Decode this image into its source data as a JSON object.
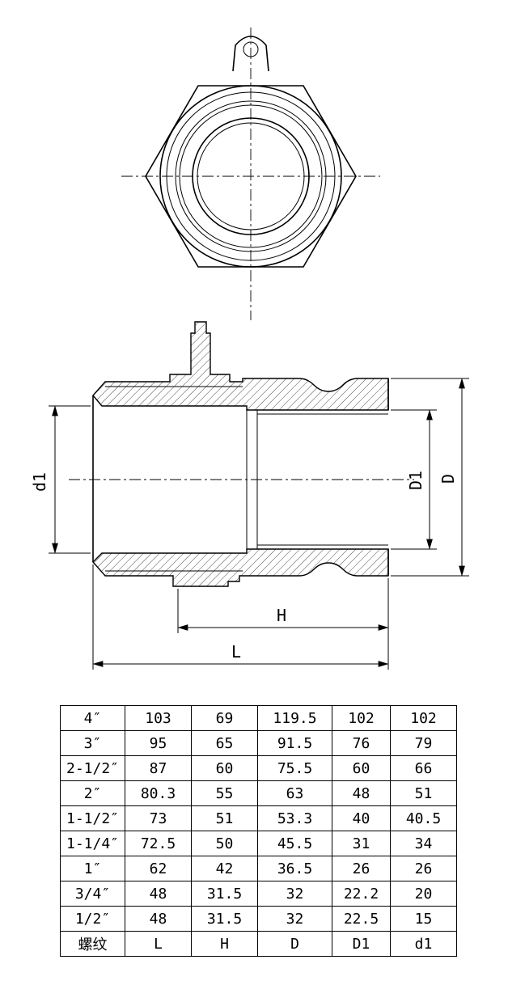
{
  "drawing": {
    "dims": {
      "d1": "d1",
      "D1": "D1",
      "D": "D",
      "H": "H",
      "L": "L"
    }
  },
  "table": {
    "rows": [
      [
        "4″",
        "103",
        "69",
        "119.5",
        "102",
        "102"
      ],
      [
        "3″",
        "95",
        "65",
        "91.5",
        "76",
        "79"
      ],
      [
        "2-1/2″",
        "87",
        "60",
        "75.5",
        "60",
        "66"
      ],
      [
        "2″",
        "80.3",
        "55",
        "63",
        "48",
        "51"
      ],
      [
        "1-1/2″",
        "73",
        "51",
        "53.3",
        "40",
        "40.5"
      ],
      [
        "1-1/4″",
        "72.5",
        "50",
        "45.5",
        "31",
        "34"
      ],
      [
        "1″",
        "62",
        "42",
        "36.5",
        "26",
        "26"
      ],
      [
        "3/4″",
        "48",
        "31.5",
        "32",
        "22.2",
        "20"
      ],
      [
        "1/2″",
        "48",
        "31.5",
        "32",
        "22.5",
        "15"
      ],
      [
        "螺纹",
        "L",
        "H",
        "D",
        "D1",
        "d1"
      ]
    ]
  }
}
